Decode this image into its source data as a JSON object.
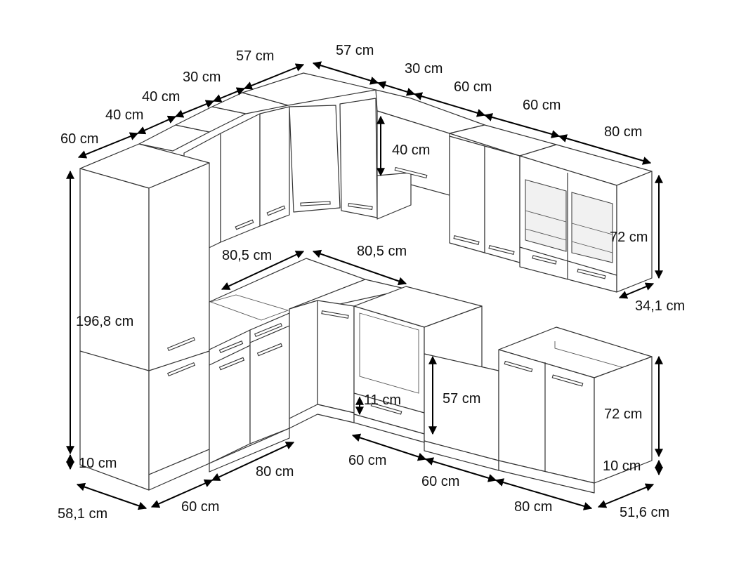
{
  "dimensions": {
    "upper_left_depth": "60 cm",
    "upper_w40_a": "40 cm",
    "upper_w40_b": "40 cm",
    "upper_w30_left": "30 cm",
    "upper_w57_left": "57 cm",
    "upper_w57_right": "57 cm",
    "upper_w30_right": "30 cm",
    "upper_w60_a": "60 cm",
    "upper_w60_b": "60 cm",
    "upper_w80": "80 cm",
    "hood_height": "40 cm",
    "wall_cabinet_height": "72 cm",
    "wall_cabinet_depth": "34,1 cm",
    "tall_height": "196,8 cm",
    "plinth_left": "10 cm",
    "base_depth_left": "58,1 cm",
    "base_w60_left": "60 cm",
    "base_w80_left": "80 cm",
    "corner_805_a": "80,5 cm",
    "corner_805_b": "80,5 cm",
    "oven_drawer_height": "11 cm",
    "dishwasher_height": "57 cm",
    "base_w60_mid_a": "60 cm",
    "base_w60_mid_b": "60 cm",
    "base_w80_right": "80 cm",
    "base_height_right": "72 cm",
    "plinth_right": "10 cm",
    "base_depth_right": "51,6 cm"
  },
  "icons": [
    "arrow-head-icon",
    "handle-bar-icon"
  ]
}
